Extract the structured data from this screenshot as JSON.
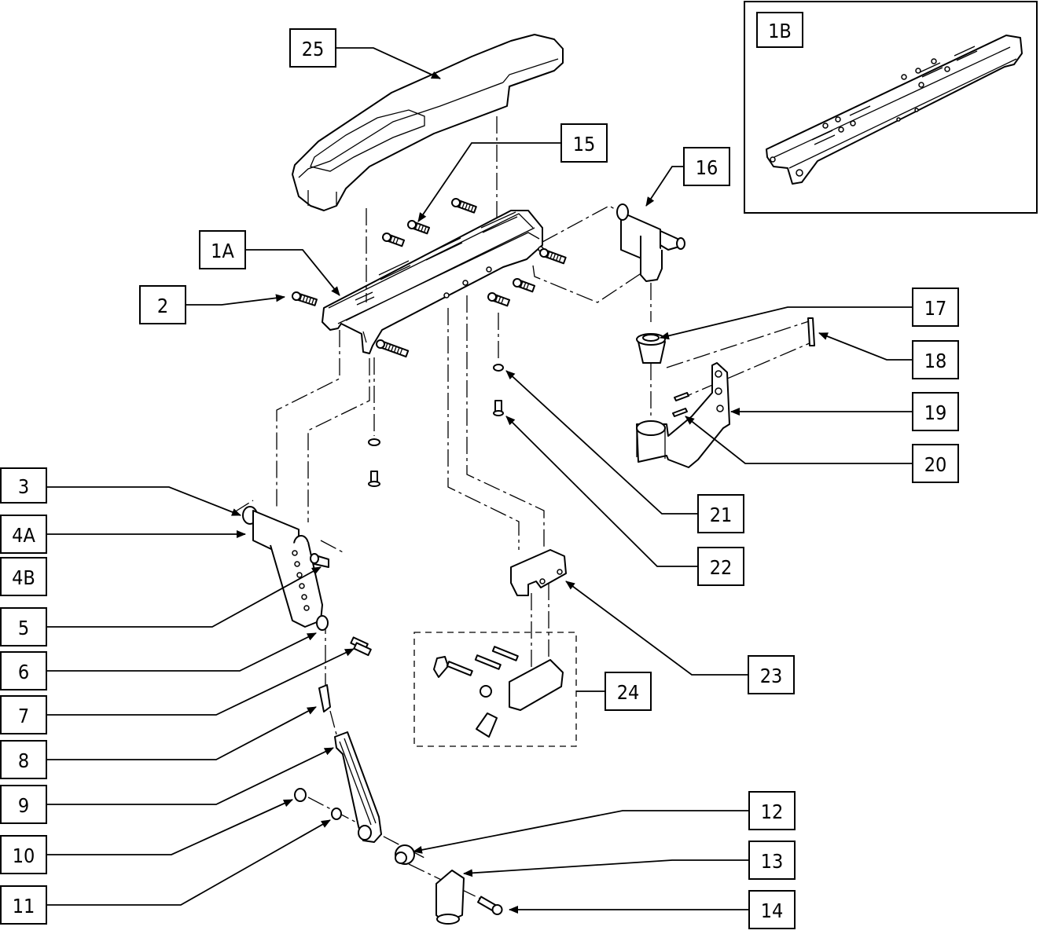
{
  "callouts": [
    {
      "id": "c25",
      "label": "25"
    },
    {
      "id": "c15",
      "label": "15"
    },
    {
      "id": "c16",
      "label": "16"
    },
    {
      "id": "c1A",
      "label": "1A"
    },
    {
      "id": "c2",
      "label": "2"
    },
    {
      "id": "c17",
      "label": "17"
    },
    {
      "id": "c18",
      "label": "18"
    },
    {
      "id": "c19",
      "label": "19"
    },
    {
      "id": "c20",
      "label": "20"
    },
    {
      "id": "c21",
      "label": "21"
    },
    {
      "id": "c22",
      "label": "22"
    },
    {
      "id": "c3",
      "label": "3"
    },
    {
      "id": "c4A",
      "label": "4A"
    },
    {
      "id": "c4B",
      "label": "4B"
    },
    {
      "id": "c5",
      "label": "5"
    },
    {
      "id": "c6",
      "label": "6"
    },
    {
      "id": "c7",
      "label": "7"
    },
    {
      "id": "c8",
      "label": "8"
    },
    {
      "id": "c9",
      "label": "9"
    },
    {
      "id": "c10",
      "label": "10"
    },
    {
      "id": "c11",
      "label": "11"
    },
    {
      "id": "c12",
      "label": "12"
    },
    {
      "id": "c13",
      "label": "13"
    },
    {
      "id": "c14",
      "label": "14"
    },
    {
      "id": "c23",
      "label": "23"
    },
    {
      "id": "c24",
      "label": "24"
    }
  ],
  "inset": {
    "label": "1B"
  }
}
